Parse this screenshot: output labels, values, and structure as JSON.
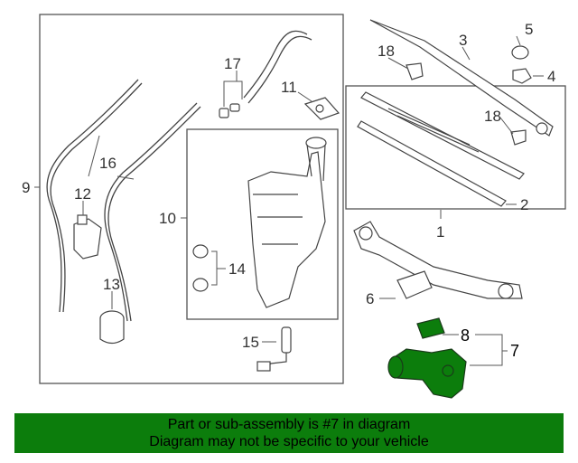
{
  "diagram": {
    "callouts": {
      "c1": "1",
      "c2": "2",
      "c3": "3",
      "c4": "4",
      "c5": "5",
      "c6": "6",
      "c7": "7",
      "c8": "8",
      "c9": "9",
      "c10": "10",
      "c11": "11",
      "c12": "12",
      "c13": "13",
      "c14": "14",
      "c15": "15",
      "c16": "16",
      "c17": "17",
      "c18a": "18",
      "c18b": "18"
    },
    "highlight_color": "#0c7d0c"
  },
  "banner": {
    "line1": "Part or sub-assembly is #7 in diagram",
    "line2": "Diagram may not be specific to your vehicle"
  }
}
